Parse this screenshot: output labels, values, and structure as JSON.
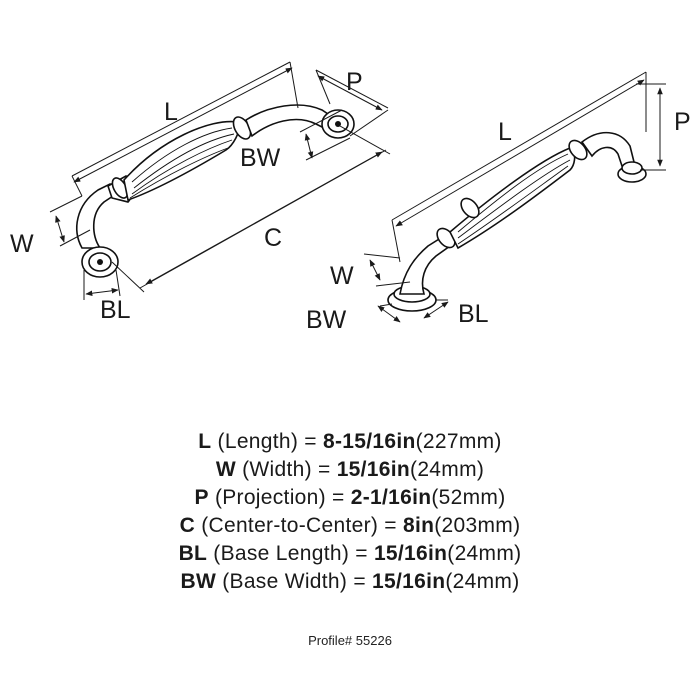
{
  "diagram": {
    "left_view": {
      "label_l": "L",
      "label_p": "P",
      "label_bw": "BW",
      "label_c": "C",
      "label_w": "W",
      "label_bl": "BL"
    },
    "right_view": {
      "label_l": "L",
      "label_p": "P",
      "label_w": "W",
      "label_bw": "BW",
      "label_bl": "BL"
    }
  },
  "specs": [
    {
      "abbr": "L",
      "name": "(Length) =",
      "imperial": "8-15/16in",
      "metric": "(227mm)"
    },
    {
      "abbr": "W",
      "name": "(Width) =",
      "imperial": "15/16in",
      "metric": "(24mm)"
    },
    {
      "abbr": "P",
      "name": "(Projection) =",
      "imperial": "2-1/16in",
      "metric": "(52mm)"
    },
    {
      "abbr": "C",
      "name": "(Center-to-Center) =",
      "imperial": "8in",
      "metric": "(203mm)"
    },
    {
      "abbr": "BL",
      "name": "(Base Length) =",
      "imperial": "15/16in",
      "metric": "(24mm)"
    },
    {
      "abbr": "BW",
      "name": "(Base Width) =",
      "imperial": "15/16in",
      "metric": "(24mm)"
    }
  ],
  "profile": "Profile# 55226"
}
